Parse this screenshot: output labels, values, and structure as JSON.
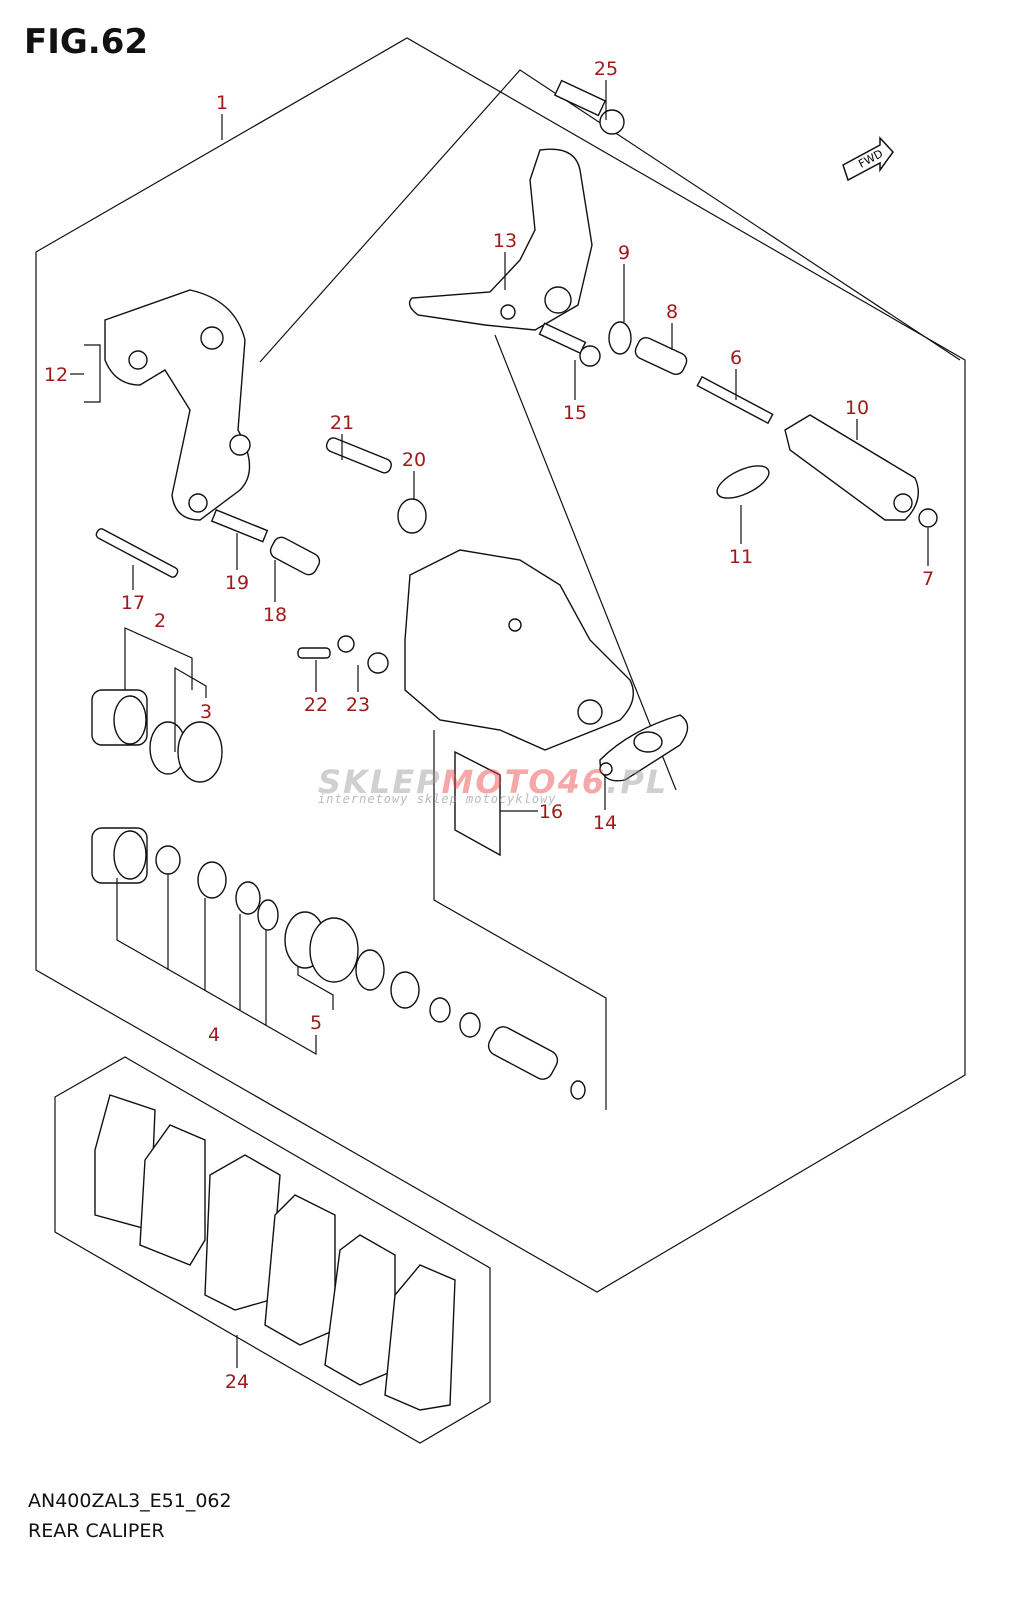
{
  "figure": {
    "title": "FIG.62",
    "model_code": "AN400ZAL3_E51_062",
    "name": "REAR CALIPER"
  },
  "direction_marker": {
    "label": "FWD"
  },
  "watermark": {
    "brand_grey": "SKLEP",
    "brand_red": "MOTO46",
    "brand_suffix": ".PL",
    "tagline": "internetowy sklep motocyklowy"
  },
  "colors": {
    "callout": "#a01a1a",
    "line": "#111111"
  },
  "callouts": {
    "c1": "1",
    "c2": "2",
    "c3": "3",
    "c4": "4",
    "c5": "5",
    "c6": "6",
    "c7": "7",
    "c8": "8",
    "c9": "9",
    "c10": "10",
    "c11": "11",
    "c12": "12",
    "c13": "13",
    "c14": "14",
    "c15": "15",
    "c16": "16",
    "c17": "17",
    "c18": "18",
    "c19": "19",
    "c20": "20",
    "c21": "21",
    "c22": "22",
    "c23": "23",
    "c24": "24",
    "c25": "25"
  }
}
